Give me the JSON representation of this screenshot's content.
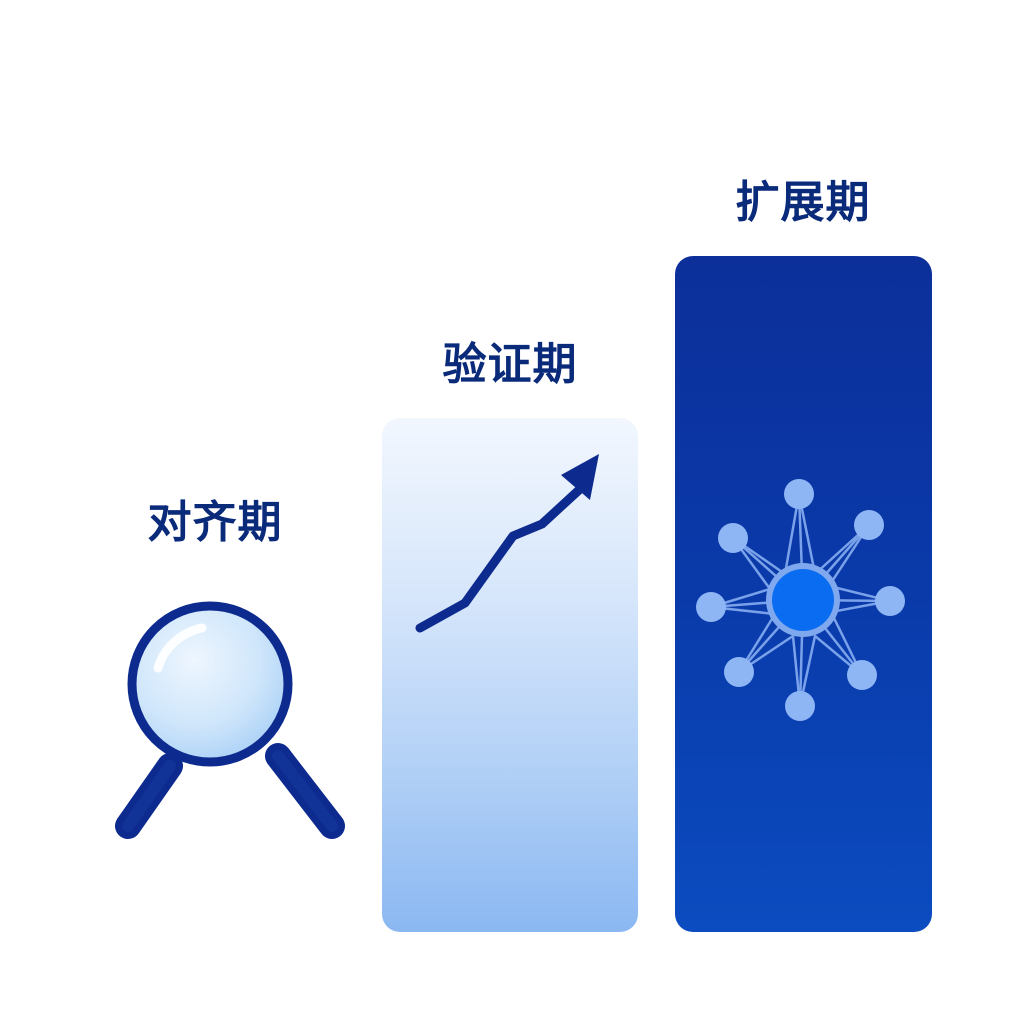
{
  "stages": [
    {
      "label": "对齐期",
      "icon": "magnifier-icon"
    },
    {
      "label": "验证期",
      "icon": "trend-up-arrow-icon"
    },
    {
      "label": "扩展期",
      "icon": "network-hub-icon"
    }
  ],
  "colors": {
    "label_text": "#0a2a7a",
    "icon_navy": "#0d2b8f",
    "bar_light_top": "#f2f7fe",
    "bar_light_bottom": "#8bb8f2",
    "bar_dark_top": "#0c2f9a",
    "bar_dark_bottom": "#0b4cc0",
    "network_node": "#8fb6f4",
    "network_hub": "#0a6cf0"
  }
}
